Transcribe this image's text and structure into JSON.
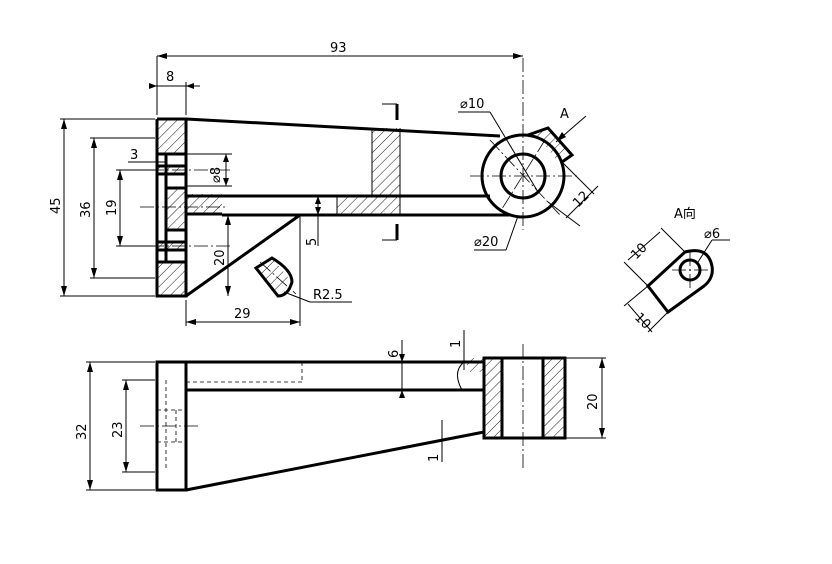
{
  "dims": {
    "overall_length": "93",
    "flange_thickness": "8",
    "hole_offset": "3",
    "hole_dia": "⌀8",
    "total_height": "45",
    "height_36": "36",
    "height_19": "19",
    "rib_height": "20",
    "web_thickness": "5",
    "rib_length": "29",
    "fillet": "R2.5",
    "boss_hole": "⌀10",
    "boss_dia": "⌀20",
    "lug_width": "12",
    "view_a_label": "A",
    "view_a_title": "A向",
    "view_a_w1": "10",
    "view_a_w2": "10",
    "view_a_hole": "⌀6",
    "top_depth": "6",
    "top_step_1": "1",
    "bottom_step_1": "1",
    "boss_height": "20",
    "base_width": "32",
    "base_23": "23"
  }
}
